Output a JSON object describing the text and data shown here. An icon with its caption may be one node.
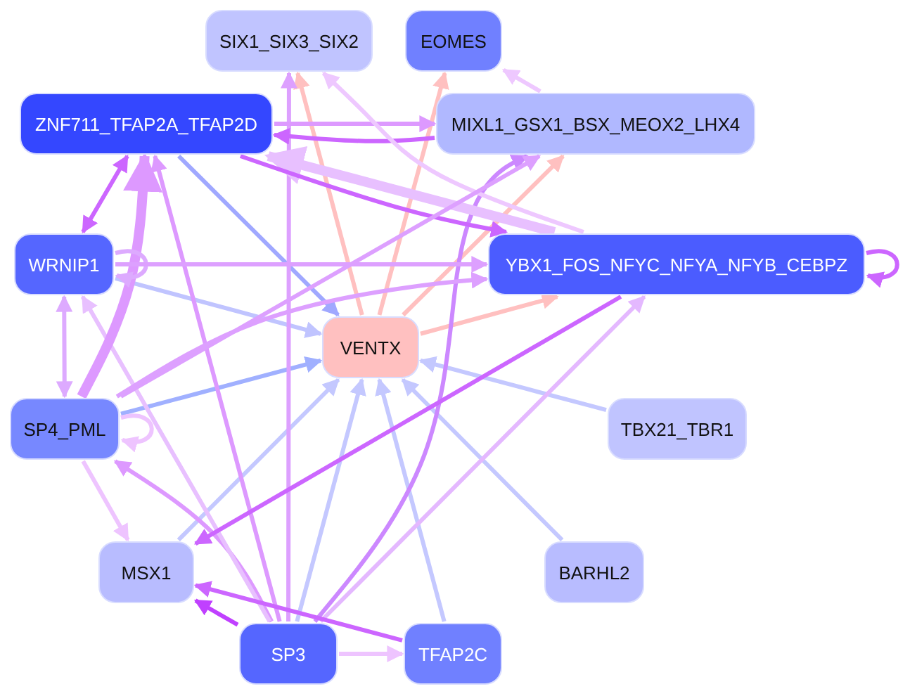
{
  "diagram": {
    "nodes": [
      {
        "text": [
          "SIX1_SIX3_SIX2"
        ]
      },
      {
        "text": [
          "EOMES"
        ]
      },
      {
        "text": [
          "ZNF711_TFAP2A_TFAP2D"
        ]
      },
      {
        "text": [
          "MIXL1_GSX1_BSX_MEOX2_LHX4"
        ]
      },
      {
        "text": [
          "WRNIP1"
        ]
      },
      {
        "text": [
          "YBX1_FOS_NFYC_NFYA_NFYB_CEBPZ"
        ]
      },
      {
        "text": [
          "VENTX"
        ]
      },
      {
        "text": [
          "SP4_PML"
        ]
      },
      {
        "text": [
          "TBX21_TBR1"
        ]
      },
      {
        "text": [
          "MSX1"
        ]
      },
      {
        "text": [
          "BARHL2"
        ]
      },
      {
        "text": [
          "SP3"
        ]
      },
      {
        "text": [
          "TFAP2C"
        ]
      }
    ],
    "edges": [
      {
        "from": 2,
        "to": 6,
        "arrow": "to",
        "color": "#a0a8ff"
      },
      {
        "from": 4,
        "to": 6,
        "arrow": "to",
        "color": "#c0c4ff"
      },
      {
        "from": 7,
        "to": 6,
        "arrow": "to",
        "color": "#a0b0ff"
      },
      {
        "from": 8,
        "to": 6,
        "arrow": "to",
        "color": "#c4c8ff"
      },
      {
        "from": 10,
        "to": 6,
        "arrow": "to",
        "color": "#c4c8ff"
      },
      {
        "from": 12,
        "to": 6,
        "arrow": "to",
        "color": "#c4c8ff"
      },
      {
        "from": 11,
        "to": 6,
        "arrow": "to",
        "color": "#c4c8ff"
      },
      {
        "from": 9,
        "to": 6,
        "arrow": "to",
        "color": "#c4c8ff"
      },
      {
        "from": 6,
        "to": 0,
        "arrow": "to",
        "color": "#ffc0c0"
      },
      {
        "from": 6,
        "to": 1,
        "arrow": "to",
        "color": "#ffc0c0"
      },
      {
        "from": 6,
        "to": 3,
        "arrow": "to",
        "color": "#ffc0c0"
      },
      {
        "from": 6,
        "to": 5,
        "arrow": "to",
        "color": "#ffc0c0"
      },
      {
        "from": 11,
        "to": 0,
        "arrow": "to",
        "color": "#dda0ff"
      },
      {
        "from": 11,
        "to": 2,
        "arrow": "to",
        "color": "#dd99ff"
      },
      {
        "from": 11,
        "to": 3,
        "arrow": "to",
        "color": "#cc88ff"
      },
      {
        "from": 11,
        "to": 5,
        "arrow": "to",
        "color": "#e4b8ff"
      },
      {
        "from": 11,
        "to": 9,
        "arrow": "to",
        "color": "#c040ff"
      },
      {
        "from": 11,
        "to": 12,
        "arrow": "to",
        "color": "#eec4ff"
      },
      {
        "from": 11,
        "to": 7,
        "arrow": "to",
        "color": "#dd99ff"
      },
      {
        "from": 11,
        "to": 4,
        "arrow": "to",
        "color": "#e8c0ff"
      },
      {
        "from": 12,
        "to": 9,
        "arrow": "to",
        "color": "#cc66ff"
      },
      {
        "from": 5,
        "to": 9,
        "arrow": "to",
        "color": "#cc66ff"
      },
      {
        "from": 4,
        "to": 2,
        "arrow": "both",
        "color": "#cc66ff"
      },
      {
        "from": 7,
        "to": 2,
        "arrow": "to",
        "style": "thick",
        "color": "#dd99ff"
      },
      {
        "from": 4,
        "to": 7,
        "arrow": "both",
        "color": "#ddaaff"
      },
      {
        "from": 7,
        "to": 9,
        "arrow": "to",
        "color": "#eec4ff"
      },
      {
        "from": 4,
        "to": 4,
        "arrow": "to",
        "color": "#ddaaff"
      },
      {
        "from": 7,
        "to": 7,
        "arrow": "to",
        "color": "#eec4ff"
      },
      {
        "from": 5,
        "to": 5,
        "arrow": "to",
        "color": "#cc66ff"
      },
      {
        "from": 2,
        "to": 3,
        "arrow": "to",
        "color": "#dd99ff"
      },
      {
        "from": 3,
        "to": 2,
        "arrow": "to",
        "color": "#cc66ff"
      },
      {
        "from": 5,
        "to": 2,
        "arrow": "to",
        "style": "thick",
        "color": "#e8c0ff"
      },
      {
        "from": 2,
        "to": 5,
        "arrow": "to",
        "color": "#cc66ff"
      },
      {
        "from": 3,
        "to": 1,
        "arrow": "to",
        "color": "#eec8ff"
      },
      {
        "from": 5,
        "to": 0,
        "arrow": "to",
        "color": "#eec8ff"
      },
      {
        "from": 4,
        "to": 5,
        "arrow": "to",
        "color": "#dda0ff"
      },
      {
        "from": 7,
        "to": 3,
        "arrow": "to",
        "color": "#dda0ff"
      },
      {
        "from": 7,
        "to": 5,
        "arrow": "to",
        "color": "#dda0ff"
      }
    ]
  }
}
